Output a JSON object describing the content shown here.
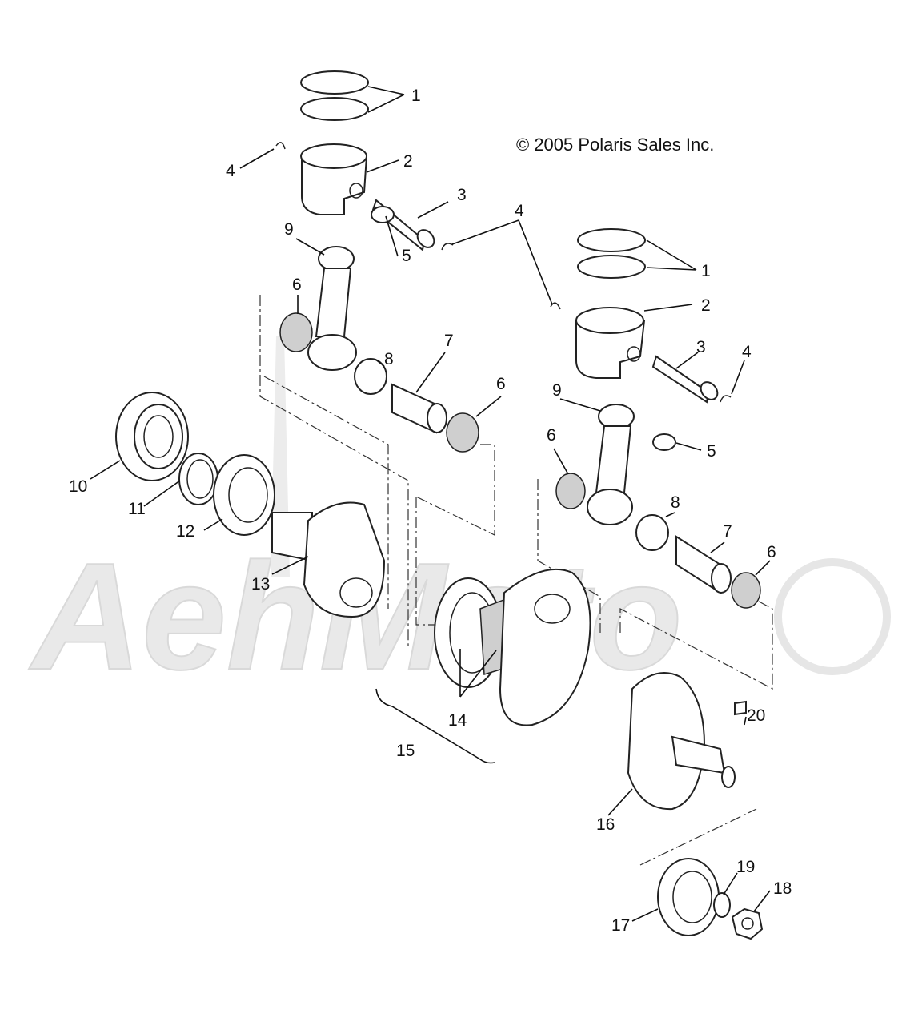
{
  "copyright": "© 2005 Polaris Sales Inc.",
  "watermark": "AehMoto",
  "callouts": [
    "1",
    "2",
    "3",
    "4",
    "4",
    "5",
    "6",
    "6",
    "7",
    "8",
    "9",
    "1",
    "2",
    "3",
    "4",
    "9",
    "5",
    "6",
    "8",
    "7",
    "6",
    "10",
    "11",
    "12",
    "13",
    "14",
    "15",
    "16",
    "20",
    "17",
    "19",
    "18"
  ]
}
